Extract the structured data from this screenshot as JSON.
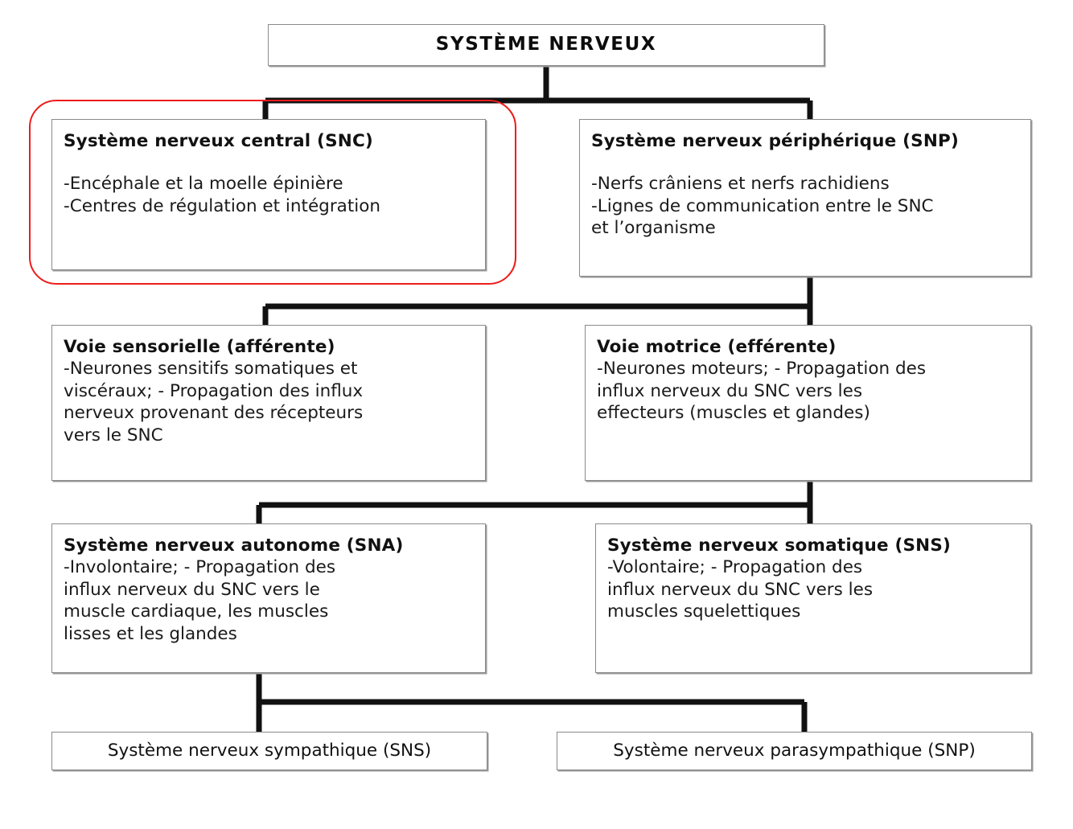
{
  "diagram": {
    "title": "SYSTÈME NERVEUX",
    "accent_color": "#ee1c1c",
    "box_border_color": "#8a8a8a",
    "text_color": "#111111",
    "background_color": "#ffffff"
  },
  "root": {
    "label": "SYSTÈME NERVEUX"
  },
  "nodes": {
    "snc": {
      "title": "Système nerveux central (SNC)",
      "lines": [
        "-Encéphale et la moelle épinière",
        "-Centres de régulation et intégration"
      ],
      "highlighted": "true"
    },
    "snp": {
      "title": "Système nerveux périphérique (SNP)",
      "lines": [
        "-Nerfs crâniens et nerfs rachidiens",
        "-Lignes de communication entre le SNC",
        "et l’organisme"
      ]
    },
    "voie_sensorielle": {
      "title": "Voie sensorielle (afférente)",
      "lines": [
        "-Neurones sensitifs somatiques et",
        "viscéraux; - Propagation des influx",
        "nerveux provenant des récepteurs",
        "vers le SNC"
      ]
    },
    "voie_motrice": {
      "title": "Voie motrice (efférente)",
      "lines": [
        "-Neurones moteurs; - Propagation des",
        "influx nerveux du SNC vers les",
        "effecteurs (muscles et glandes)"
      ]
    },
    "sna": {
      "title": "Système nerveux autonome (SNA)",
      "lines": [
        "-Involontaire; - Propagation des",
        "influx nerveux du SNC vers le",
        "muscle cardiaque, les muscles",
        "lisses et les glandes"
      ]
    },
    "sns": {
      "title": "Système nerveux somatique (SNS)",
      "lines": [
        "-Volontaire; - Propagation des",
        "influx nerveux du SNC vers les",
        "muscles squelettiques"
      ]
    },
    "sympathique": {
      "title": "Système nerveux sympathique (SNS)"
    },
    "parasympathique": {
      "title": "Système nerveux parasympathique (SNP)"
    }
  }
}
